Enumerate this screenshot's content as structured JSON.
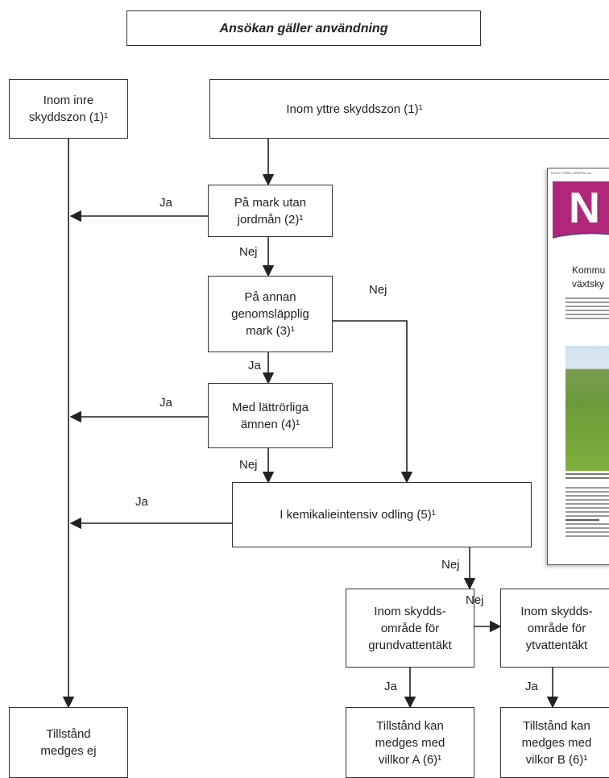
{
  "title": "Ansökan gäller användning",
  "boxes": {
    "inner_zone": "Inom inre\nskyddszon (1)¹",
    "outer_zone": "Inom yttre skyddszon (1)¹",
    "soil": "På mark utan\njordmån  (2)¹",
    "permeable": "På annan\ngenomsläpplig\nmark  (3)¹",
    "mobile": "Med lättrörliga\nämnen  (4)¹",
    "intensive": "I kemikalieintensiv odling  (5)¹",
    "groundwater": "Inom skydds-\nområde för\ngrundvattentäkt",
    "surfacewater": "Inom skydds-\nområde för\nytvattentäkt",
    "denied": "Tillstånd\nmedges ej",
    "permit_a": "Tillstånd kan\nmedges med\nvillkor A  (6)¹",
    "permit_b": "Tillstånd kan\nmedges med\nvilkor B  (6)¹"
  },
  "edge_labels": {
    "yes": "Ja",
    "no": "Nej"
  },
  "overlay": {
    "top_text": "NYHET FRÅN GREPPA.NU",
    "logo_text": "N",
    "headline": "Kommu\nväxtsky"
  }
}
